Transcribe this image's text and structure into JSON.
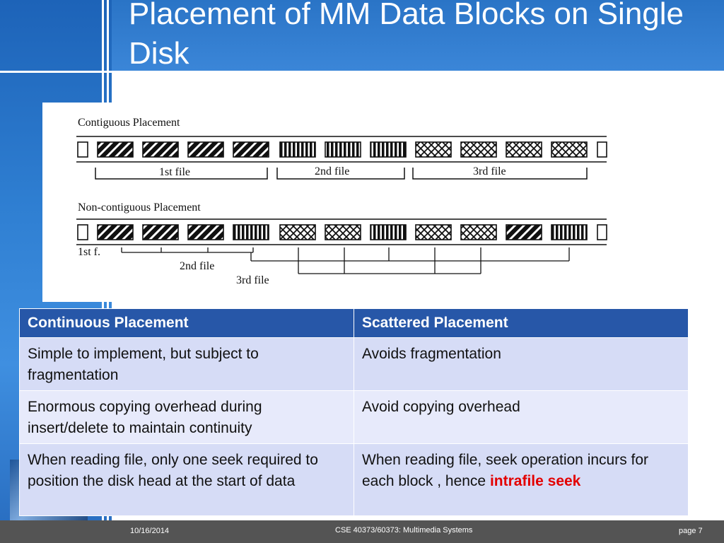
{
  "slide": {
    "title": "Placement of MM Data Blocks on Single Disk"
  },
  "diagram": {
    "contiguous": {
      "label": "Contiguous Placement",
      "blocks": [
        "empty",
        "diag",
        "diag",
        "diag",
        "diag",
        "vert",
        "vert",
        "vert",
        "cross",
        "cross",
        "cross",
        "cross",
        "empty"
      ],
      "brackets": [
        "1st file",
        "2nd file",
        "3rd file"
      ]
    },
    "noncontiguous": {
      "label": "Non-contiguous Placement",
      "blocks": [
        "empty",
        "diag",
        "diag",
        "diag",
        "vert",
        "cross",
        "cross",
        "vert",
        "cross",
        "cross",
        "diag",
        "vert",
        "empty"
      ],
      "file1_label": "1st f.",
      "file2_label": "2nd file",
      "file3_label": "3rd file"
    }
  },
  "table": {
    "headers": [
      "Continuous Placement",
      "Scattered Placement"
    ],
    "rows": [
      [
        "Simple to implement, but subject to fragmentation",
        "Avoids fragmentation"
      ],
      [
        "Enormous copying overhead during insert/delete to maintain continuity",
        "Avoid copying overhead"
      ]
    ],
    "last_row": {
      "left": "When reading file, only one seek required to position the disk head at the start of data",
      "right_prefix": "When reading file, seek operation incurs for each block , hence ",
      "right_highlight": "intrafile seek"
    }
  },
  "footer": {
    "date": "10/16/2014",
    "course": "CSE 40373/60373: Multimedia Systems",
    "page": "page 7"
  }
}
